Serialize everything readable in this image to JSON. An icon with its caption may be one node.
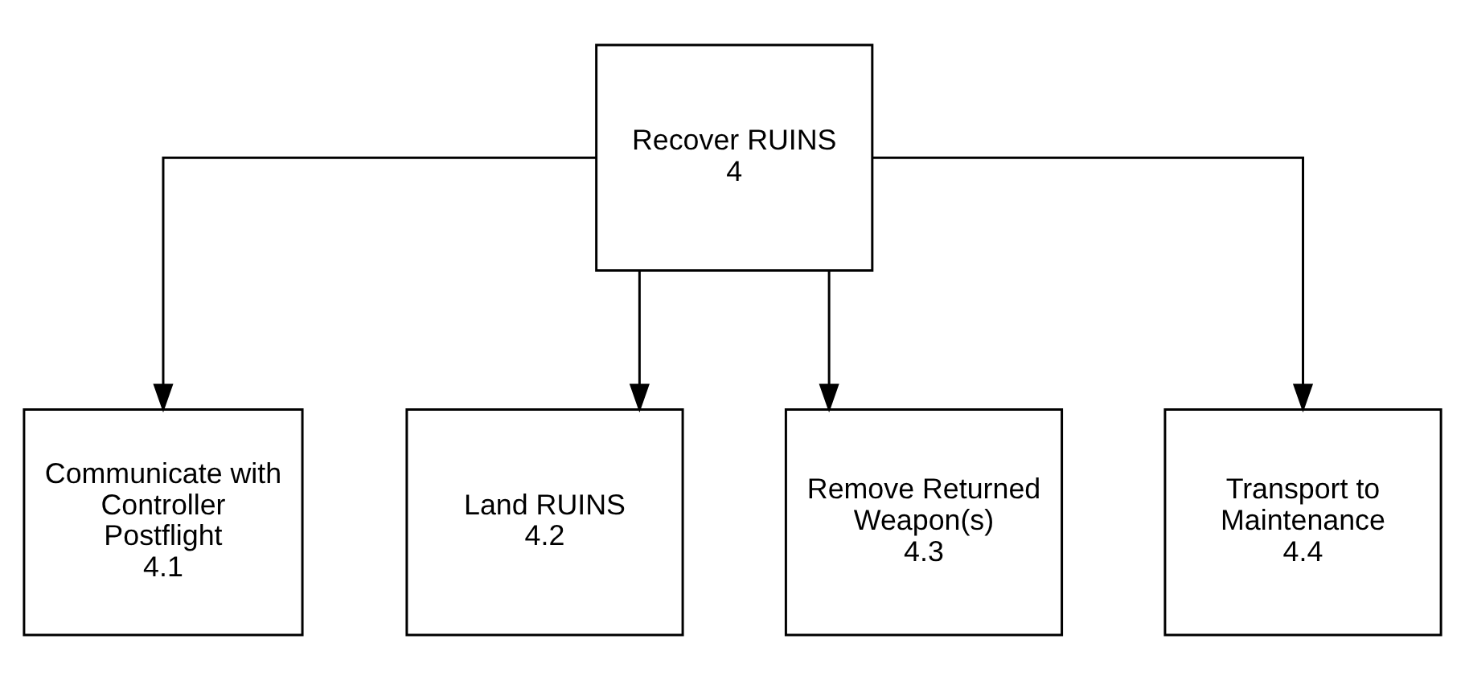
{
  "diagram": {
    "nodes": [
      {
        "text": [
          "Recover RUINS",
          "4"
        ]
      },
      {
        "text": [
          "Communicate with Controller Postflight",
          "4.1"
        ]
      },
      {
        "text": [
          "Land RUINS",
          "4.2"
        ]
      },
      {
        "text": [
          "Remove Returned Weapon(s)",
          "4.3"
        ]
      },
      {
        "text": [
          "Transport to Maintenance",
          "4.4"
        ]
      }
    ],
    "edges": [
      {
        "from": 0,
        "to": 1,
        "arrow": "to"
      },
      {
        "from": 0,
        "to": 2,
        "arrow": "to"
      },
      {
        "from": 0,
        "to": 3,
        "arrow": "to"
      },
      {
        "from": 0,
        "to": 4,
        "arrow": "to"
      }
    ]
  }
}
